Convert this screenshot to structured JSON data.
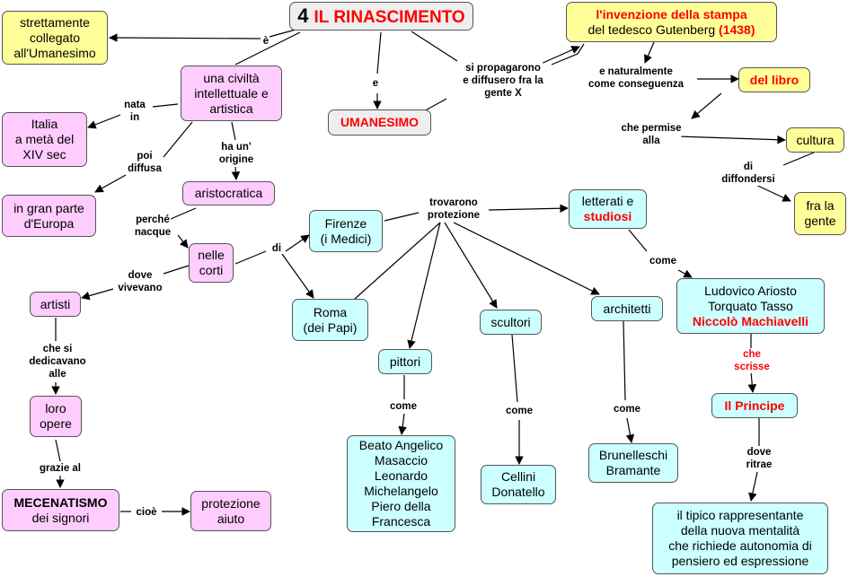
{
  "nodes": {
    "title": {
      "num": "4",
      "text": "IL RINASCIMENTO"
    },
    "strettamente": {
      "l1": "strettamente",
      "l2": "collegato",
      "l3": "all'Umanesimo"
    },
    "civilta": {
      "l1": "una civiltà",
      "l2": "intellettuale e",
      "l3": "artistica"
    },
    "italia": {
      "l1": "Italia",
      "l2": "a metà del",
      "l3": "XIV sec"
    },
    "europa": {
      "l1": "in gran parte",
      "l2": "d'Europa"
    },
    "aristocratica": {
      "l1": "aristocratica"
    },
    "corti": {
      "l1": "nelle",
      "l2": "corti"
    },
    "artisti": {
      "l1": "artisti"
    },
    "opere": {
      "l1": "loro",
      "l2": "opere"
    },
    "mecenatismo": {
      "l1": "MECENATISMO",
      "l2": "dei signori"
    },
    "protezione": {
      "l1": "protezione",
      "l2": "aiuto"
    },
    "umanesimo": {
      "l1": "UMANESIMO"
    },
    "firenze": {
      "l1": "Firenze",
      "l2": "(i Medici)"
    },
    "roma": {
      "l1": "Roma",
      "l2": "(dei Papi)"
    },
    "pittori": {
      "l1": "pittori"
    },
    "pittori_nomi": {
      "l1": "Beato Angelico",
      "l2": "Masaccio",
      "l3": "Leonardo",
      "l4": "Michelangelo",
      "l5": "Piero della",
      "l6": "Francesca"
    },
    "scultori": {
      "l1": "scultori"
    },
    "scultori_nomi": {
      "l1": "Cellini",
      "l2": "Donatello"
    },
    "architetti": {
      "l1": "architetti"
    },
    "architetti_nomi": {
      "l1": "Brunelleschi",
      "l2": "Bramante"
    },
    "letterati": {
      "l1": "letterati e",
      "l2": "studiosi"
    },
    "scrittori": {
      "l1": "Ludovico Ariosto",
      "l2": "Torquato Tasso",
      "l3": "Niccolò Machiavelli"
    },
    "principe": {
      "l1": "Il Principe"
    },
    "rappresentante": {
      "l1": "il tipico rappresentante",
      "l2": "della nuova mentalità",
      "l3": "che richiede autonomia di",
      "l4": "pensiero ed espressione"
    },
    "stampa": {
      "l1": "l'invenzione della stampa",
      "l2a": "del tedesco Gutenberg ",
      "l2b": "(1438)"
    },
    "libro": {
      "l1": "del libro"
    },
    "cultura": {
      "l1": "cultura"
    },
    "gente": {
      "l1": "fra la",
      "l2": "gente"
    }
  },
  "links": {
    "e_accent": "è",
    "nata": {
      "l1": "nata",
      "l2": "in"
    },
    "poi_diffusa": {
      "l1": "poi",
      "l2": "diffusa"
    },
    "origine": {
      "l1": "ha un'",
      "l2": "origine"
    },
    "perche": {
      "l1": "perché",
      "l2": "nacque"
    },
    "dove_vivevano": {
      "l1": "dove",
      "l2": "vivevano"
    },
    "dedicavano": {
      "l1": "che si",
      "l2": "dedicavano",
      "l3": "alle"
    },
    "grazie": "grazie al",
    "cioe": "cioè",
    "e": "e",
    "propagarono": {
      "l1": "si propagarono",
      "l2": "e diffusero fra la",
      "l3": "gente X"
    },
    "di": "di",
    "trovarono": {
      "l1": "trovarono",
      "l2": "protezione"
    },
    "come_pittori": "come",
    "come_scultori": "come",
    "come_architetti": "come",
    "come_letterati": "come",
    "che_scrisse": {
      "l1": "che",
      "l2": "scrisse"
    },
    "dove_ritrae": {
      "l1": "dove",
      "l2": "ritrae"
    },
    "conseguenza": {
      "l1": "e naturalmente",
      "l2": "come conseguenza"
    },
    "permise": {
      "l1": "che permise",
      "l2": "alla"
    },
    "diffondersi": {
      "l1": "di",
      "l2": "diffondersi"
    }
  },
  "colors": {
    "pink": "#ffccff",
    "yellow": "#ffff99",
    "cyan": "#ccffff",
    "grey": "#eeeeee",
    "accent_red": "#ff0000",
    "line": "#000000"
  }
}
